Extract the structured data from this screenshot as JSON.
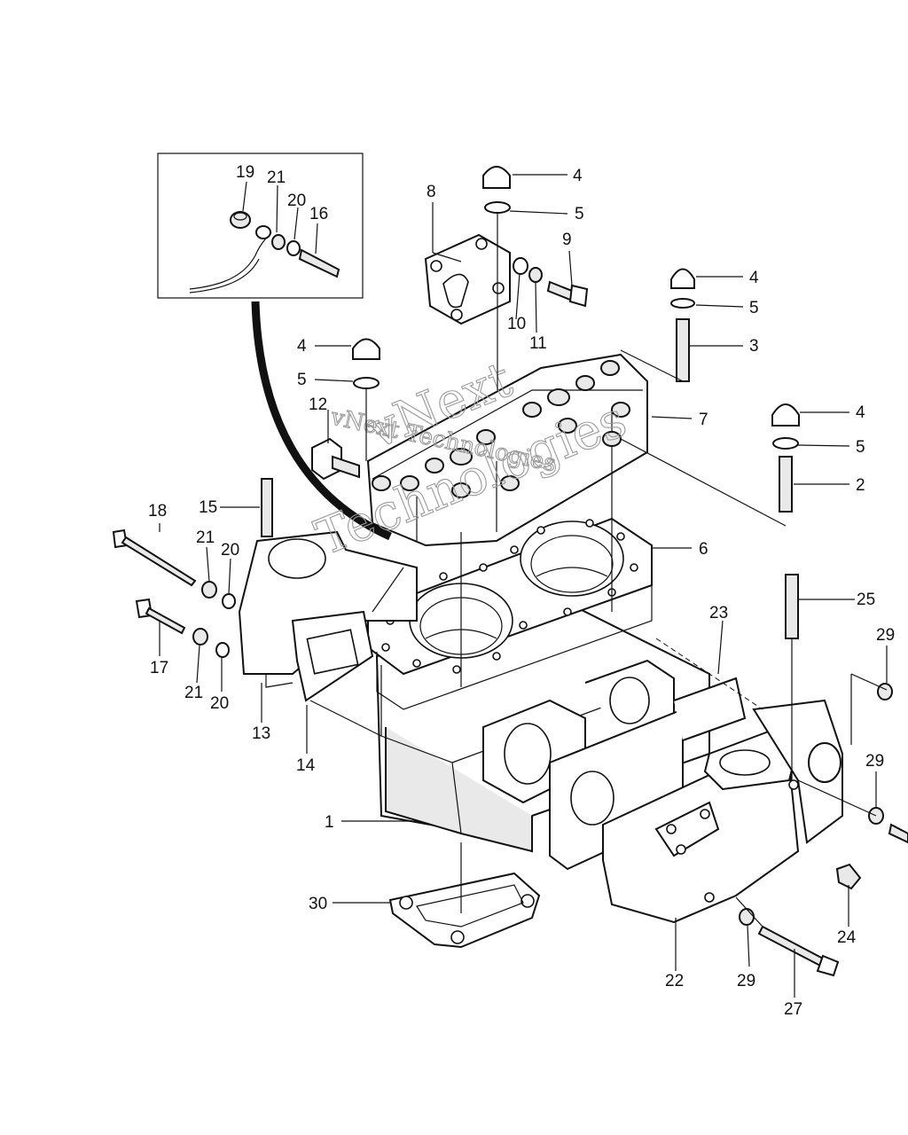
{
  "callouts": {
    "c1": "1",
    "c2": "2",
    "c3": "3",
    "c4a": "4",
    "c4b": "4",
    "c4c": "4",
    "c4d": "4",
    "c5a": "5",
    "c5b": "5",
    "c5c": "5",
    "c5d": "5",
    "c6": "6",
    "c7": "7",
    "c8": "8",
    "c9": "9",
    "c10": "10",
    "c11": "11",
    "c12": "12",
    "c13": "13",
    "c14": "14",
    "c15": "15",
    "c16": "16",
    "c17": "17",
    "c18": "18",
    "c19": "19",
    "c20a": "20",
    "c20b": "20",
    "c20c": "20",
    "c21a": "21",
    "c21b": "21",
    "c21c": "21",
    "c22": "22",
    "c23": "23",
    "c24": "24",
    "c25": "25",
    "c27": "27",
    "c29a": "29",
    "c29b": "29",
    "c29c": "29",
    "c30": "30"
  },
  "watermark": {
    "line1": "vNext Technologies",
    "line2": "vNext",
    "line3": "Technologies"
  }
}
